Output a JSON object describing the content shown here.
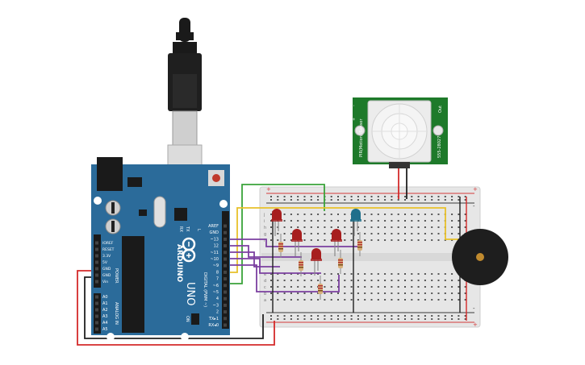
{
  "arduino": {
    "brand": "ARDUINO",
    "model": "UNO",
    "pins_right": [
      "AREF",
      "GND",
      "~13",
      "12",
      "~11",
      "~10",
      "~9",
      "8",
      "7",
      "~6",
      "~5",
      "4",
      "~3",
      "2",
      "TX▸1",
      "RX◂0"
    ],
    "pins_left": [
      "IOREF",
      "RESET",
      "3.3V",
      "5V",
      "GND",
      "GND",
      "Vin"
    ],
    "analog_pins": [
      "A0",
      "A1",
      "A2",
      "A3",
      "A4",
      "A5"
    ],
    "power_label": "POWER",
    "analog_label": "ANALOG IN",
    "digital_label": "DIGITAL (PWM ~)",
    "tx_label": "TX",
    "rx_label": "RX",
    "l_label": "L",
    "on_label": "ON",
    "board_color": "#2b6b9a"
  },
  "pir": {
    "left_text": "PIR(Motion) Sensor",
    "right_text": "555-28027",
    "pins": [
      "+",
      "Out",
      "-"
    ],
    "board_color": "#1e7a2a"
  },
  "breadboard": {
    "rail_plus": "+",
    "rail_minus": "-",
    "row_letters_top": [
      "j",
      "i",
      "h",
      "g",
      "f"
    ],
    "row_letters_bottom": [
      "e",
      "d",
      "c",
      "b",
      "a"
    ]
  },
  "leds": [
    {
      "color": "#a71f1f"
    },
    {
      "color": "#a71f1f"
    },
    {
      "color": "#a71f1f"
    },
    {
      "color": "#a71f1f"
    },
    {
      "color": "#1f6f8b"
    }
  ],
  "buzzer": {
    "color": "#1e1e1e",
    "center_color": "#c08a2e"
  },
  "wire_colors": {
    "red": "#d42a2a",
    "black": "#202020",
    "green": "#3aa33a",
    "yellow": "#e8c12a",
    "purple": "#7b3fa0"
  }
}
